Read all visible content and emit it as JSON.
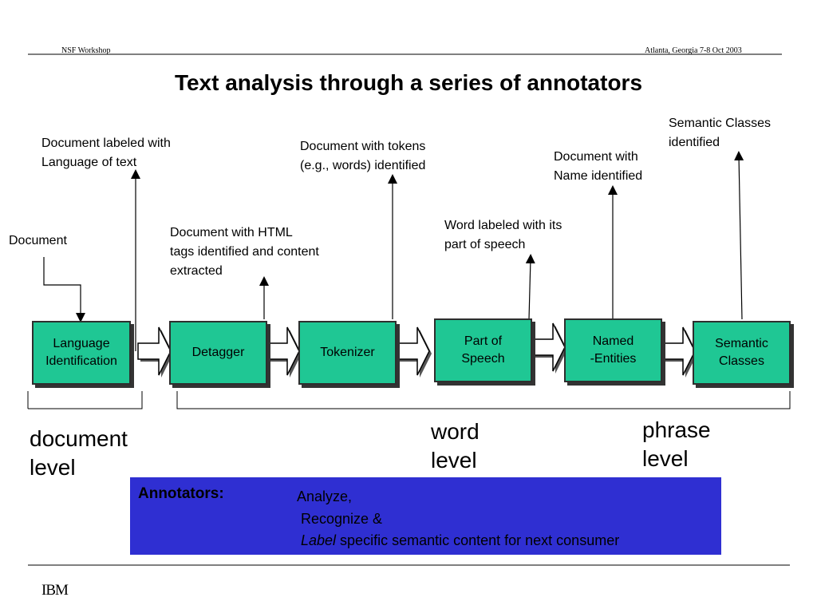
{
  "header": {
    "left": "NSF  Workshop",
    "right": "Atlanta, Georgia 7-8 Oct 2003"
  },
  "title": "Text analysis through a series of annotators",
  "captions": {
    "document": "Document",
    "lang": "Document labeled with\nLanguage of text",
    "html": "Document with HTML\ntags identified and content\nextracted",
    "tokens": "Document with tokens\n(e.g., words) identified",
    "pos": "Word labeled with its\npart of speech",
    "name": "Document with\nName identified",
    "semantic": "Semantic Classes\nidentified"
  },
  "annotators": [
    {
      "label": "Language\nIdentification"
    },
    {
      "label": "Detagger"
    },
    {
      "label": "Tokenizer"
    },
    {
      "label": "Part of\nSpeech"
    },
    {
      "label": "Named\n-Entities"
    },
    {
      "label": "Semantic\nClasses"
    }
  ],
  "levels": {
    "document": "document\nlevel",
    "word": "word\nlevel",
    "phrase": "phrase\nlevel"
  },
  "panel": {
    "heading": "Annotators",
    "colon": ":",
    "line1": "Analyze,",
    "line2": "Recognize &",
    "line3_italic": "Label",
    "line3_rest": " specific semantic content for next consumer"
  },
  "footer": {
    "logo": "IBM"
  },
  "colors": {
    "box": "#1fc794",
    "panel": "#2f2fd2"
  }
}
